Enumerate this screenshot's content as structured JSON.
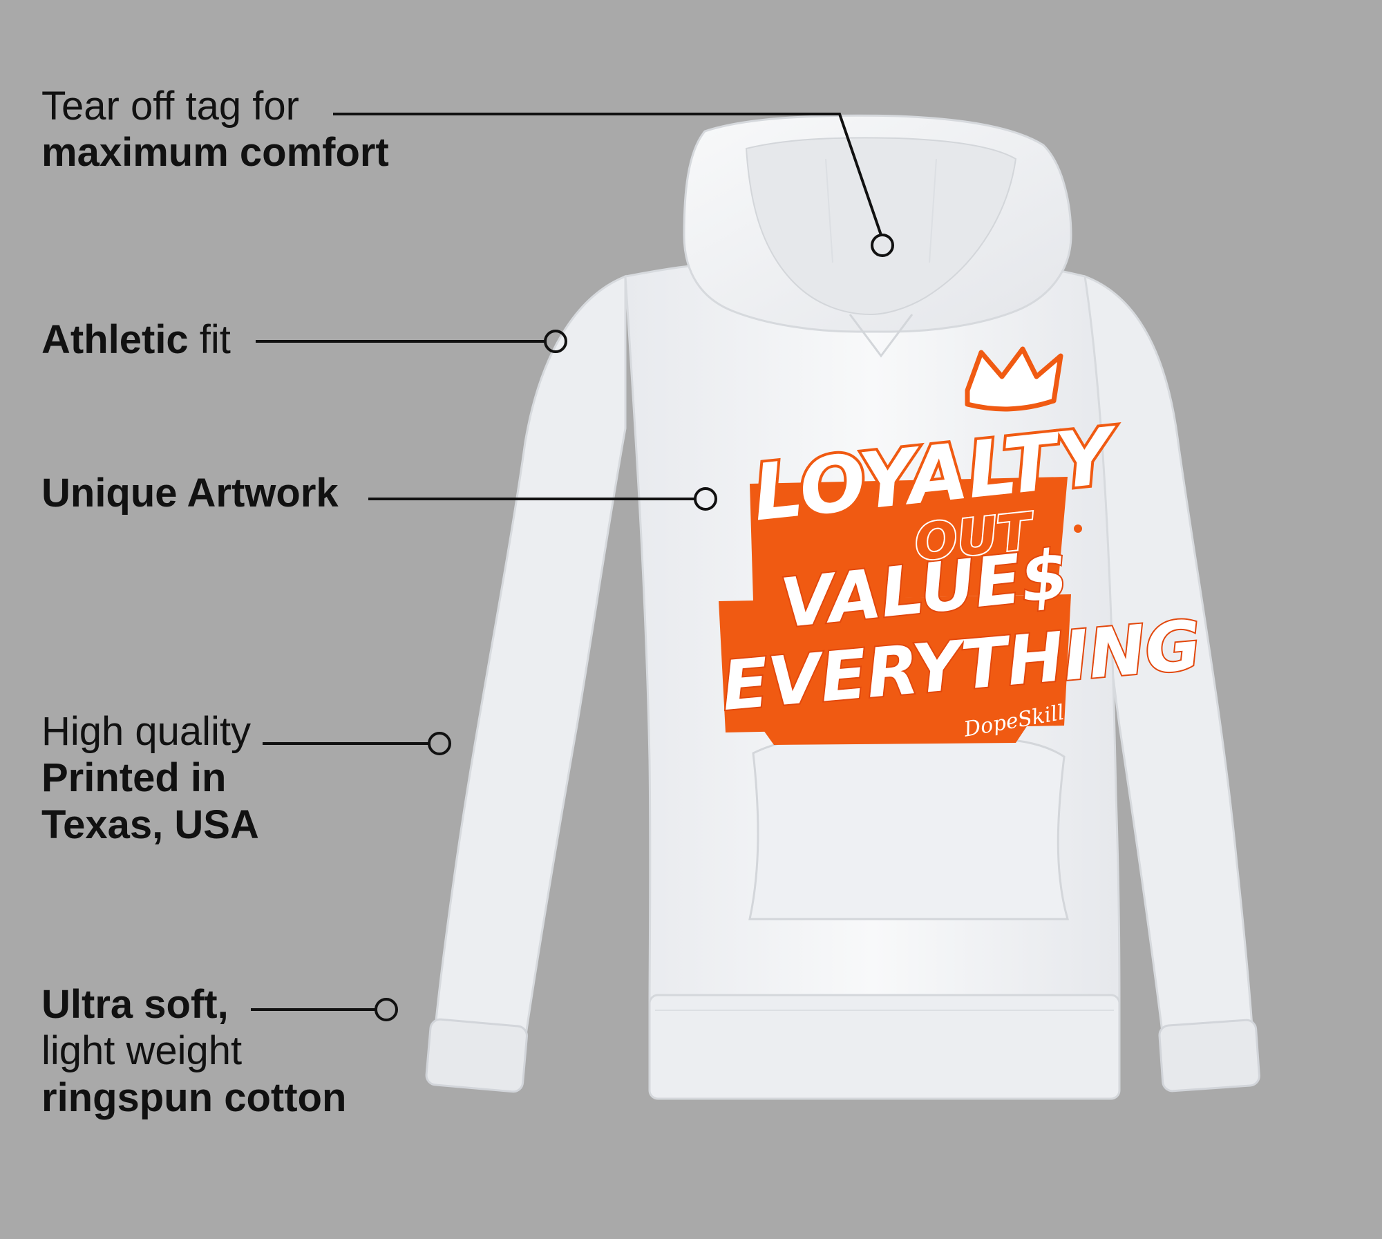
{
  "callouts": {
    "tag": {
      "normal": "Tear off tag for",
      "bold": "maximum comfort"
    },
    "fit": {
      "bold": "Athletic",
      "normal": " fit"
    },
    "artwork": {
      "bold": "Unique Artwork"
    },
    "quality": {
      "normal": "High quality",
      "bold_line1": "Printed in",
      "bold_line2": "Texas, USA"
    },
    "soft": {
      "bold": "Ultra soft,",
      "normal": "light weight",
      "bold_last": "ringspun cotton"
    }
  },
  "artwork": {
    "word1": "LOYALTY",
    "word2": "OUT",
    "word3": "VALUE$",
    "word4": "EVERYTHING",
    "signature": "DopeSkill",
    "accent_color": "#f05a12"
  },
  "colors": {
    "background": "#a9a9a9",
    "hoodie": "#f3f4f6",
    "text": "#111111",
    "accent": "#f05a12"
  }
}
